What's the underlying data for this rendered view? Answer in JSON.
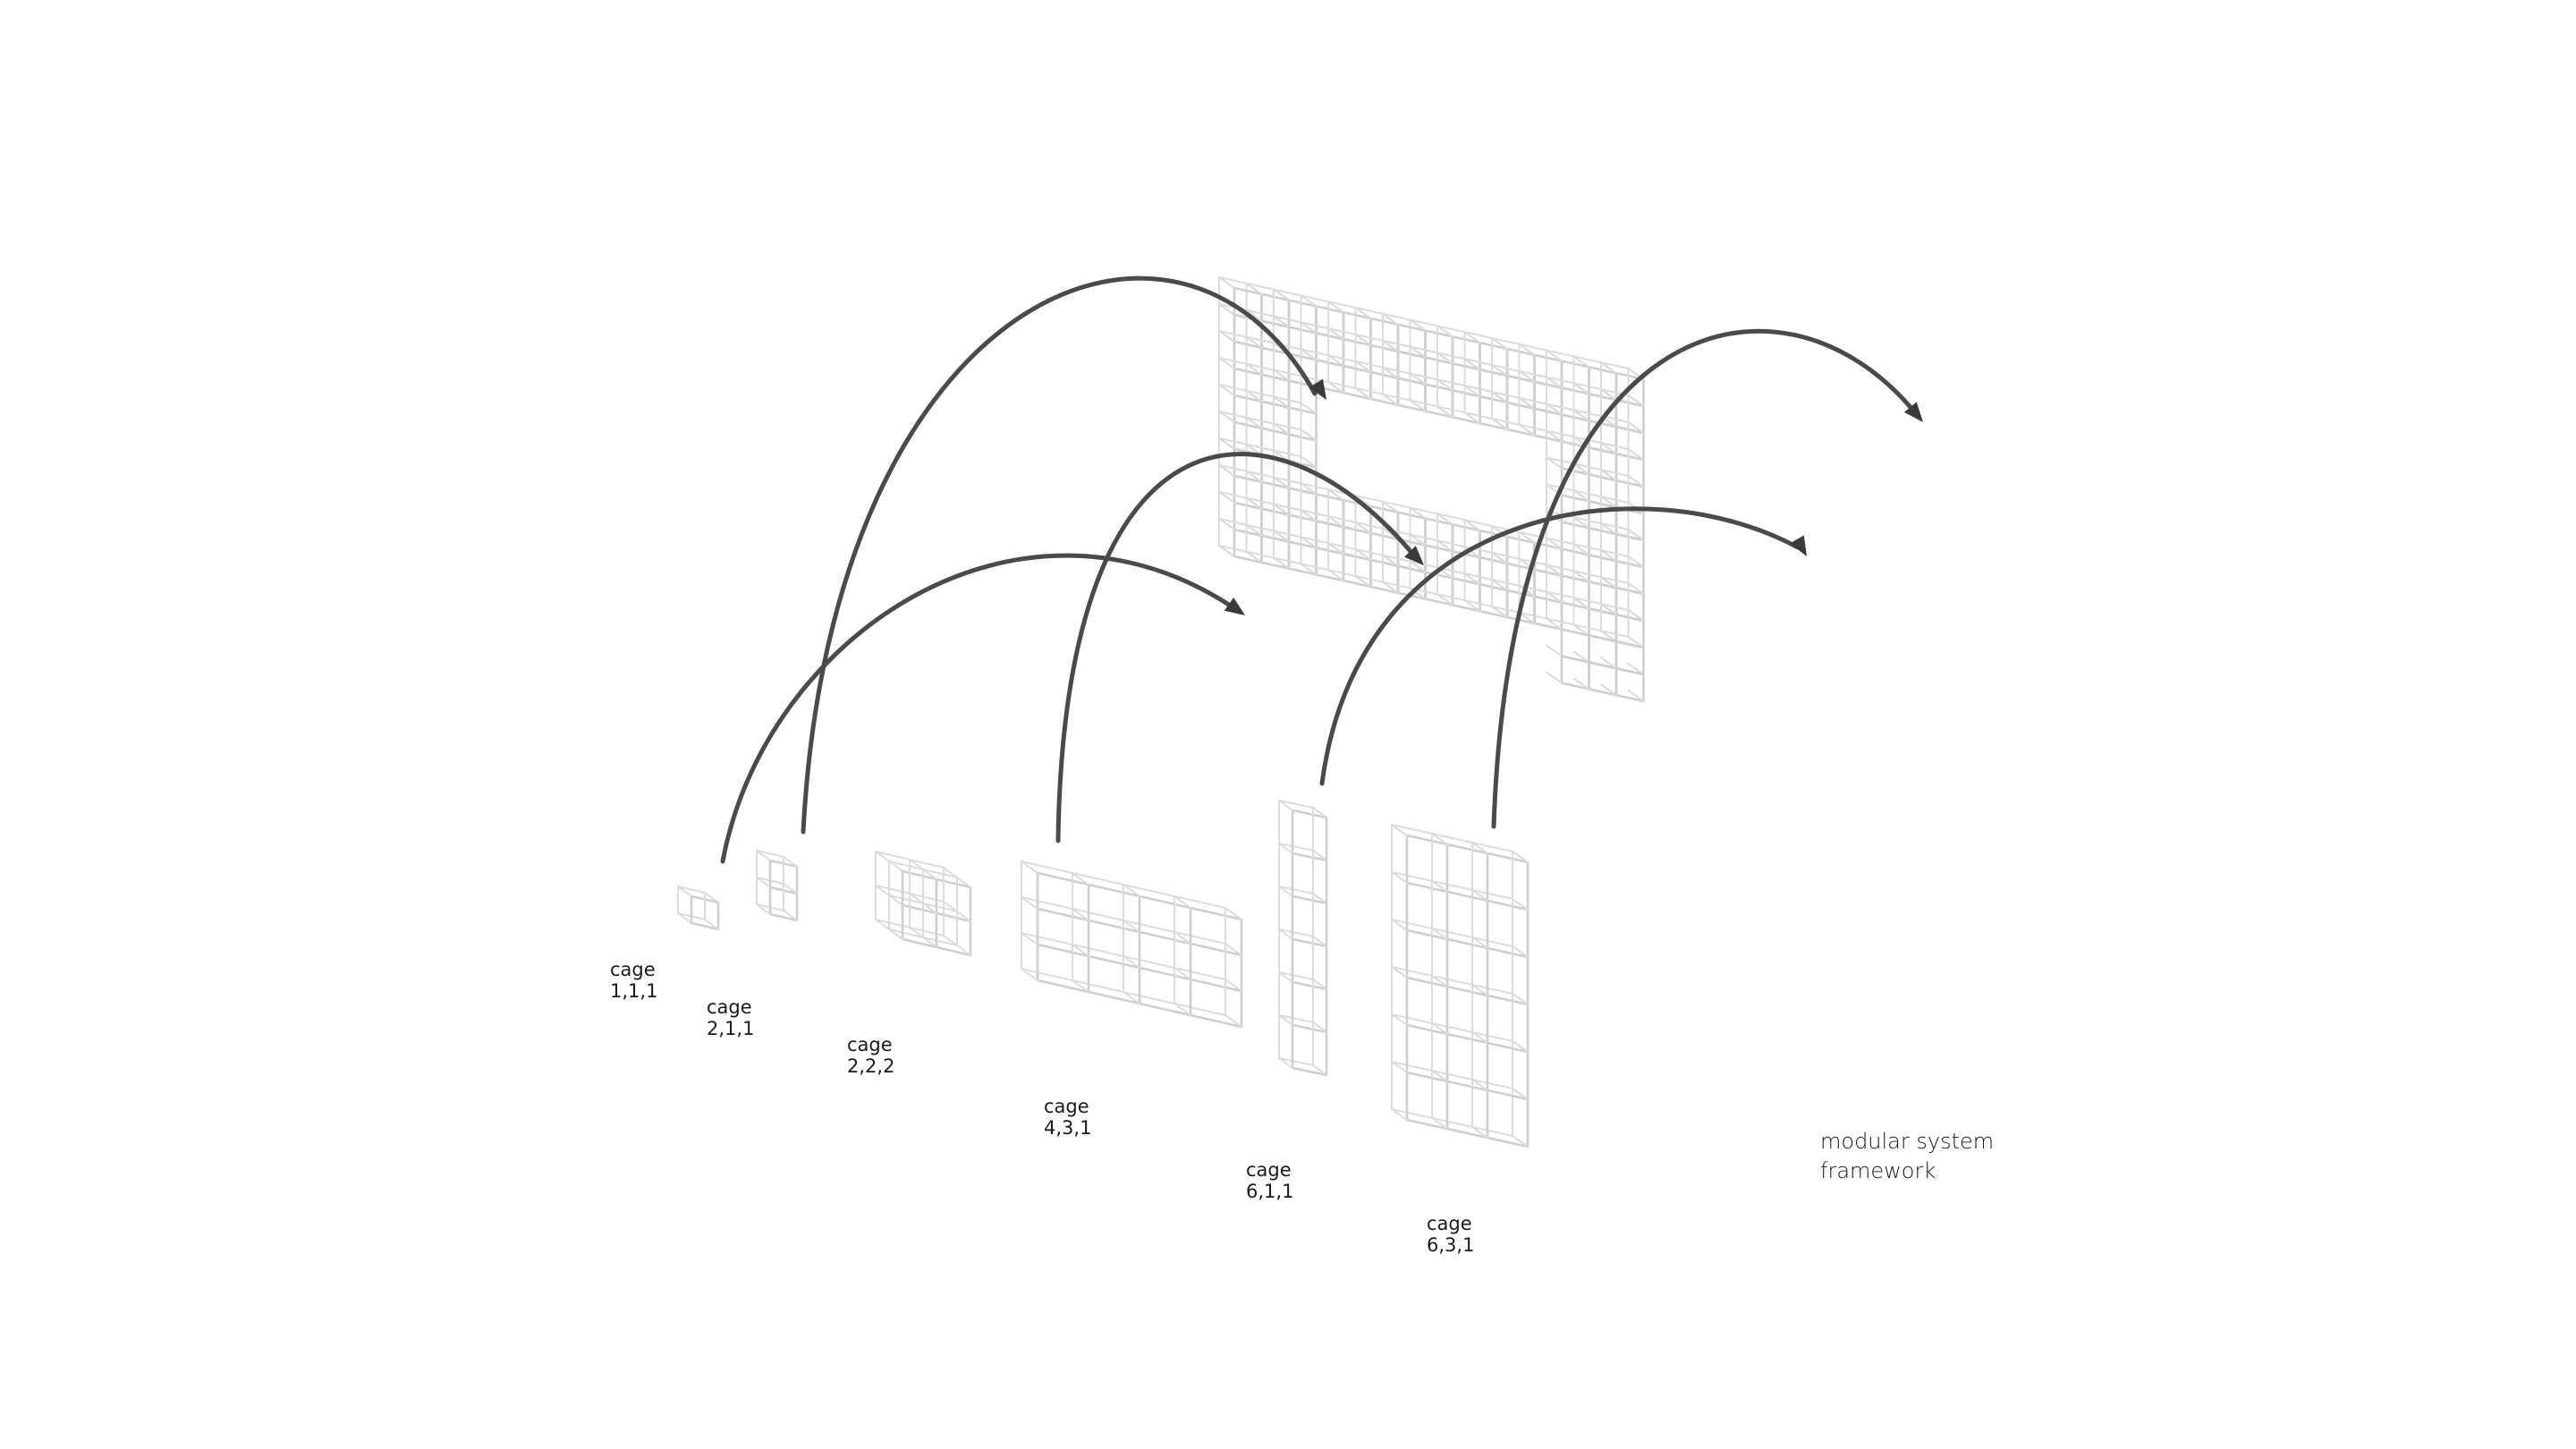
{
  "diagram": {
    "title": {
      "lines": [
        "modular system",
        "framework"
      ]
    },
    "cages": [
      {
        "id": "cage-1-1-1",
        "lines": [
          "cage",
          "1,1,1"
        ]
      },
      {
        "id": "cage-2-1-1",
        "lines": [
          "cage",
          "2,1,1"
        ]
      },
      {
        "id": "cage-2-2-2",
        "lines": [
          "cage",
          "2,2,2"
        ]
      },
      {
        "id": "cage-4-3-1",
        "lines": [
          "cage",
          "4,3,1"
        ]
      },
      {
        "id": "cage-6-1-1",
        "lines": [
          "cage",
          "6,1,1"
        ]
      },
      {
        "id": "cage-6-3-1",
        "lines": [
          "cage",
          "6,3,1"
        ]
      }
    ],
    "colors": {
      "wireframe": "#cfcfcf",
      "arc": "#4a4a4a",
      "arrowhead": "#3a3a3a",
      "text": "#1a1a1a",
      "background": "#ffffff"
    }
  }
}
